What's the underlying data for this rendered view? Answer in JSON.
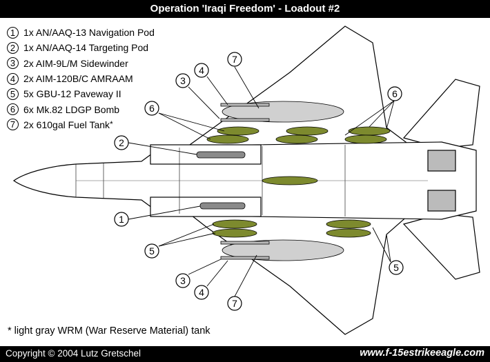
{
  "title": "Operation 'Iraqi Freedom' - Loadout #2",
  "legend": [
    {
      "number": "1",
      "text": "1x AN/AAQ-13 Navigation Pod"
    },
    {
      "number": "2",
      "text": "1x AN/AAQ-14 Targeting Pod"
    },
    {
      "number": "3",
      "text": "2x AIM-9L/M Sidewinder"
    },
    {
      "number": "4",
      "text": "2x AIM-120B/C AMRAAM"
    },
    {
      "number": "5",
      "text": "5x GBU-12 Paveway II"
    },
    {
      "number": "6",
      "text": "6x Mk.82 LDGP Bomb"
    },
    {
      "number": "7",
      "text": "2x 610gal Fuel Tank",
      "suffix": "*"
    }
  ],
  "callouts": {
    "c7_top": "7",
    "c4_top": "4",
    "c3_top": "3",
    "c6_left": "6",
    "c6_right": "6",
    "c2": "2",
    "c1": "1",
    "c5_left": "5",
    "c5_right": "5",
    "c3_bottom": "3",
    "c4_bottom": "4",
    "c7_bottom": "7"
  },
  "footnote": "* light gray WRM (War Reserve Material) tank",
  "footer": {
    "copyright": "Copyright © 2004 Lutz Gretschel",
    "website": "www.f-15estrikeeagle.com"
  },
  "colors": {
    "bomb_green": "#7d8a2e",
    "tank_gray": "#d0d0d0",
    "pod_gray": "#8a8a8a",
    "airframe_fill": "#ffffff",
    "line": "#000000",
    "bar": "#000000"
  }
}
